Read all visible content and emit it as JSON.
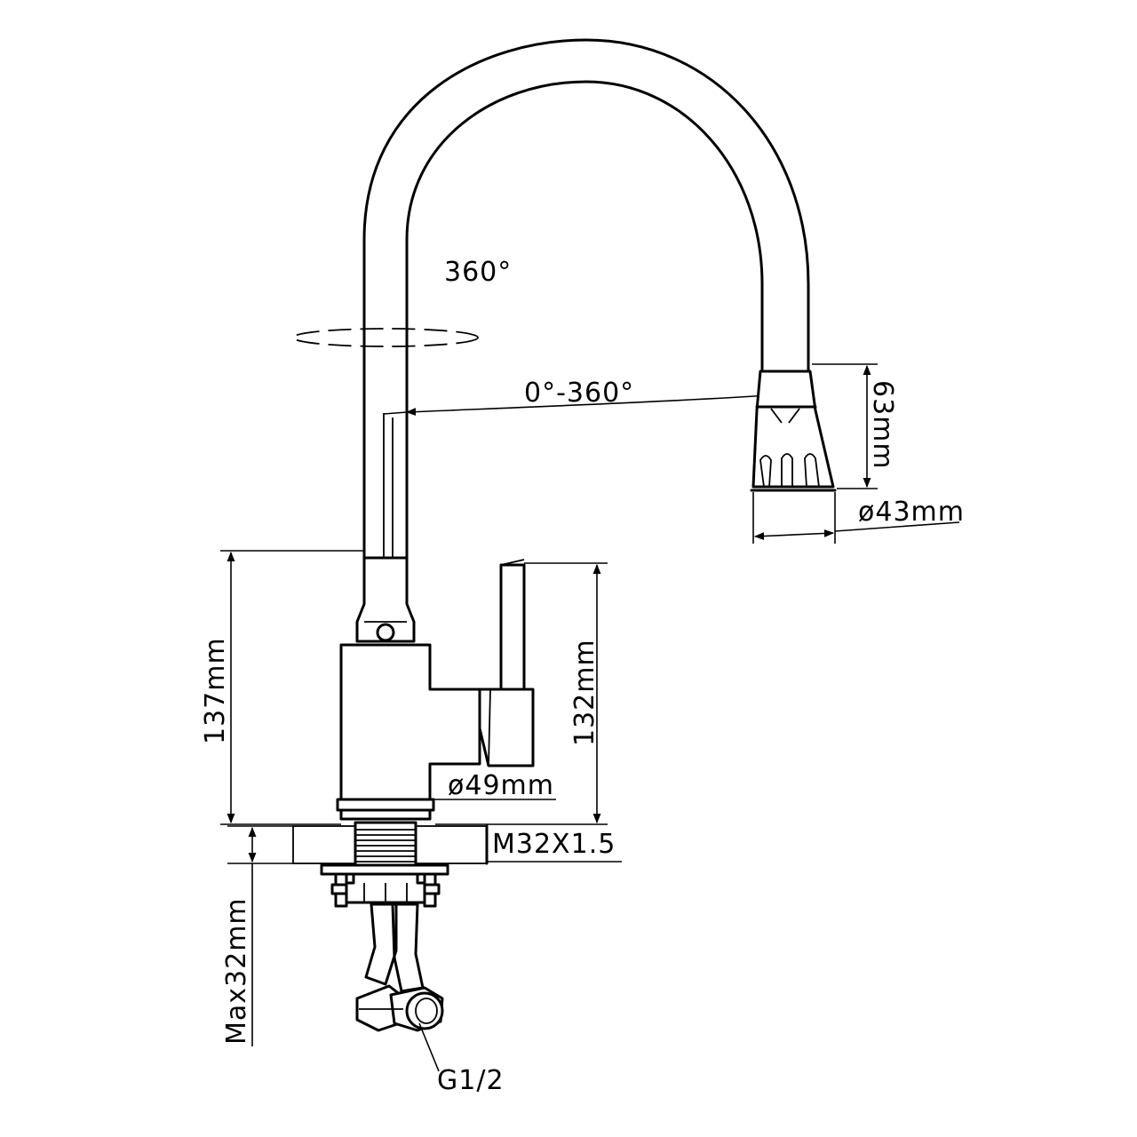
{
  "title": "",
  "labels": {
    "spout_rotation": "360°",
    "sprayer_rotation": "0°-360°",
    "sprayer_height": "63mm",
    "sprayer_diameter": "ø43mm",
    "body_height": "137mm",
    "handle_height": "132mm",
    "body_diameter": "ø49mm",
    "thread": "M32X1.5",
    "max_thickness": "Max32mm",
    "connector": "G1/2"
  },
  "colors": {
    "line": "#000000",
    "background": "#ffffff"
  }
}
